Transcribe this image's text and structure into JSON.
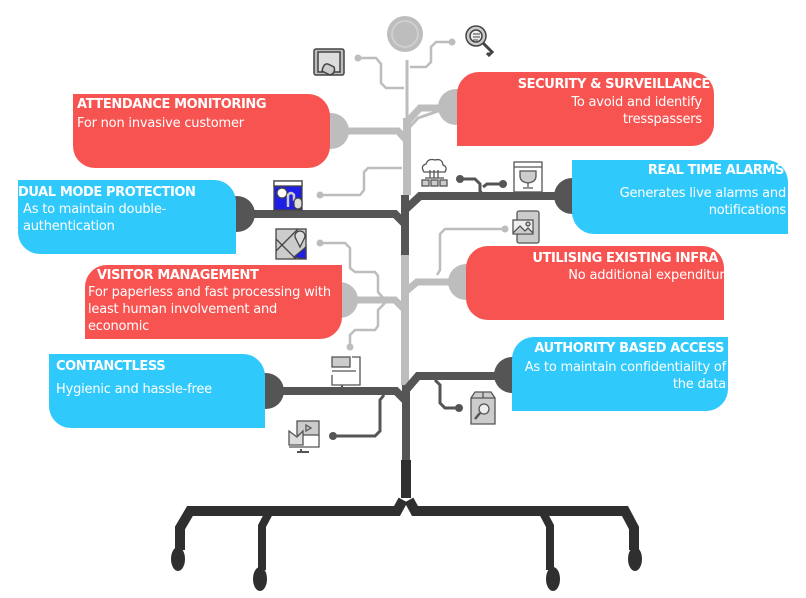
{
  "colors": {
    "red_card": "#f75350",
    "blue_card": "#2fc9fb",
    "trunk_light": "#bdbdbd",
    "trunk_dark": "#555555",
    "root": "#2f2f2f",
    "icon_accent": "#1e1ee6"
  },
  "cards": [
    {
      "id": "attendance",
      "color": "red",
      "side": "left",
      "title": "ATTENDANCE MONITORING",
      "desc": "For non invasive customer"
    },
    {
      "id": "security",
      "color": "red",
      "side": "right",
      "title": "SECURITY & SURVEILLANCE",
      "desc": "To avoid and identify tresspassers"
    },
    {
      "id": "dual",
      "color": "blue",
      "side": "left",
      "title": "DUAL MODE PROTECTION",
      "desc": "As to maintain double-authentication"
    },
    {
      "id": "alarms",
      "color": "blue",
      "side": "right",
      "title": "REAL TIME ALARMS",
      "desc": "Generates live alarms and notifications"
    },
    {
      "id": "visitor",
      "color": "red",
      "side": "left",
      "title": "VISITOR MANAGEMENT",
      "desc": "For paperless and fast processing with least human involvement and economic"
    },
    {
      "id": "infra",
      "color": "red",
      "side": "right",
      "title": "UTILISING EXISTING INFRA",
      "desc": "No additional expenditure"
    },
    {
      "id": "contactless",
      "color": "blue",
      "side": "left",
      "title": "CONTANCTLESS",
      "desc": "Hygienic and hassle-free"
    },
    {
      "id": "authority",
      "color": "blue",
      "side": "right",
      "title": "AUTHORITY BASED ACCESS",
      "desc": "As to maintain confidentiality of the data"
    }
  ],
  "icons": [
    "tablet-touch-icon",
    "search-key-icon",
    "cloud-network-icon",
    "trophy-browser-icon",
    "money-mouse-icon",
    "map-pin-icon",
    "mobile-image-icon",
    "computer-monitor-icon",
    "video-mail-monitor-icon",
    "package-search-icon"
  ]
}
